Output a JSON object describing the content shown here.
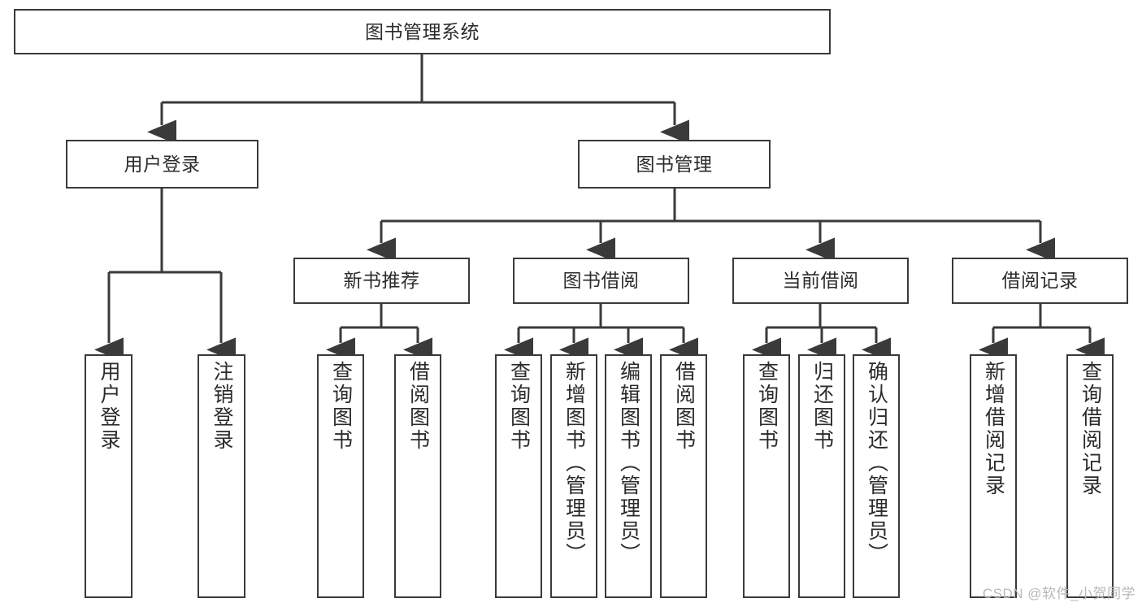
{
  "diagram": {
    "title_node": {
      "id": "root",
      "label": "图书管理系统"
    },
    "level2": [
      {
        "id": "user-login",
        "label": "用户登录"
      },
      {
        "id": "book-management",
        "label": "图书管理"
      }
    ],
    "level3": [
      {
        "id": "new-book-recommend",
        "label": "新书推荐"
      },
      {
        "id": "book-borrow",
        "label": "图书借阅"
      },
      {
        "id": "current-borrow",
        "label": "当前借阅"
      },
      {
        "id": "borrow-record",
        "label": "借阅记录"
      }
    ],
    "leaves": [
      {
        "id": "leaf-user-login",
        "label": "用户登录",
        "parent": "user-login"
      },
      {
        "id": "leaf-logout",
        "label": "注销登录",
        "parent": "user-login"
      },
      {
        "id": "leaf-query-book-1",
        "label": "查询图书",
        "parent": "new-book-recommend"
      },
      {
        "id": "leaf-borrow-book-1",
        "label": "借阅图书",
        "parent": "new-book-recommend"
      },
      {
        "id": "leaf-query-book-2",
        "label": "查询图书",
        "parent": "book-borrow"
      },
      {
        "id": "leaf-add-book",
        "label": "新增图书（管理员）",
        "parent": "book-borrow"
      },
      {
        "id": "leaf-edit-book",
        "label": "编辑图书（管理员）",
        "parent": "book-borrow"
      },
      {
        "id": "leaf-borrow-book-2",
        "label": "借阅图书",
        "parent": "book-borrow"
      },
      {
        "id": "leaf-query-book-3",
        "label": "查询图书",
        "parent": "current-borrow"
      },
      {
        "id": "leaf-return-book",
        "label": "归还图书",
        "parent": "current-borrow"
      },
      {
        "id": "leaf-confirm-return",
        "label": "确认归还（管理员）",
        "parent": "current-borrow"
      },
      {
        "id": "leaf-add-record",
        "label": "新增借阅记录",
        "parent": "borrow-record"
      },
      {
        "id": "leaf-query-record",
        "label": "查询借阅记录",
        "parent": "borrow-record"
      }
    ],
    "colors": {
      "stroke": "#3a3a3a",
      "background": "#ffffff",
      "text": "#2b2b2b",
      "watermark": "#b8b8b8"
    }
  },
  "watermark": {
    "text": "CSDN @软件_小贺同学"
  }
}
